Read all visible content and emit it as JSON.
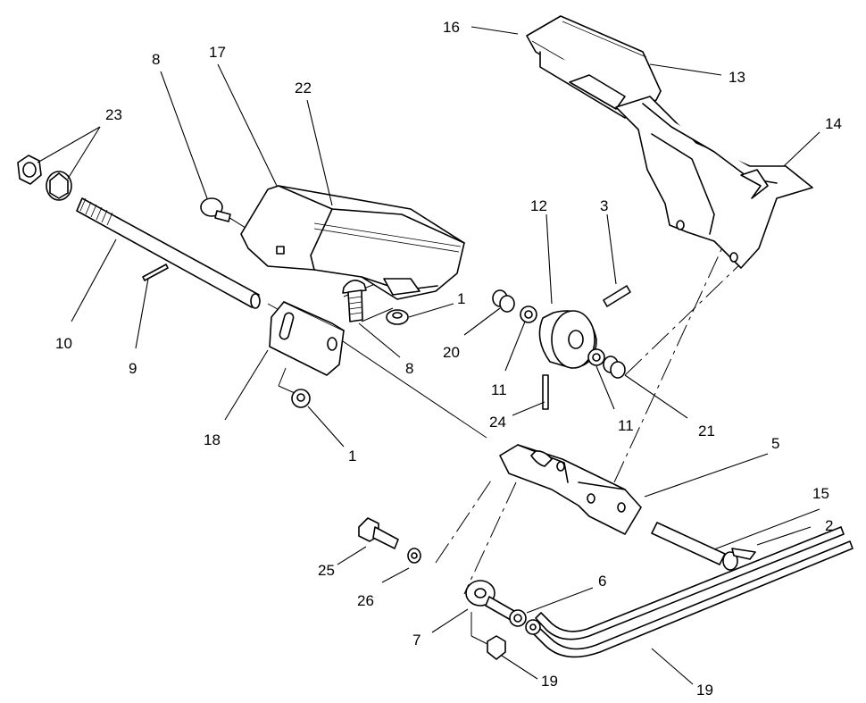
{
  "callouts": [
    {
      "id": "c1a",
      "label": "1"
    },
    {
      "id": "c1b",
      "label": "1"
    },
    {
      "id": "c2",
      "label": "2"
    },
    {
      "id": "c3",
      "label": "3"
    },
    {
      "id": "c5",
      "label": "5"
    },
    {
      "id": "c6",
      "label": "6"
    },
    {
      "id": "c7",
      "label": "7"
    },
    {
      "id": "c8a",
      "label": "8"
    },
    {
      "id": "c8b",
      "label": "8"
    },
    {
      "id": "c9",
      "label": "9"
    },
    {
      "id": "c10",
      "label": "10"
    },
    {
      "id": "c11a",
      "label": "11"
    },
    {
      "id": "c11b",
      "label": "11"
    },
    {
      "id": "c12",
      "label": "12"
    },
    {
      "id": "c13",
      "label": "13"
    },
    {
      "id": "c14",
      "label": "14"
    },
    {
      "id": "c15",
      "label": "15"
    },
    {
      "id": "c16",
      "label": "16"
    },
    {
      "id": "c17",
      "label": "17"
    },
    {
      "id": "c18",
      "label": "18"
    },
    {
      "id": "c19a",
      "label": "19"
    },
    {
      "id": "c19b",
      "label": "19"
    },
    {
      "id": "c20",
      "label": "20"
    },
    {
      "id": "c21",
      "label": "21"
    },
    {
      "id": "c22",
      "label": "22"
    },
    {
      "id": "c23",
      "label": "23"
    },
    {
      "id": "c24",
      "label": "24"
    },
    {
      "id": "c25",
      "label": "25"
    },
    {
      "id": "c26",
      "label": "26"
    }
  ]
}
